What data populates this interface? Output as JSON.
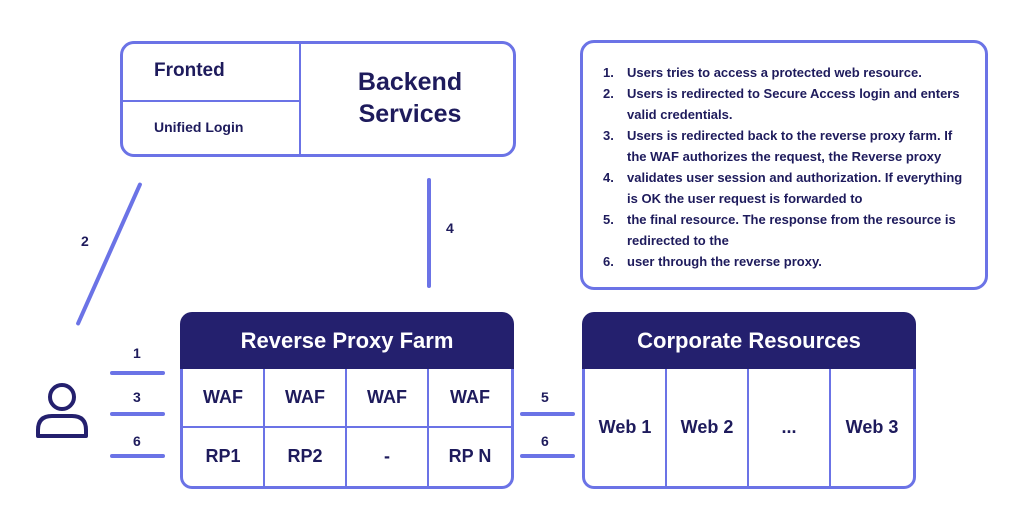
{
  "frontend_box": {
    "frontend_label": "Fronted",
    "login_label": "Unified Login",
    "backend_label": "Backend Services"
  },
  "connectors": {
    "label_2": "2",
    "label_4": "4",
    "label_1": "1",
    "label_3": "3",
    "label_6_left": "6",
    "label_5": "5",
    "label_6_right": "6"
  },
  "info_steps": [
    {
      "num": "1.",
      "text": "Users tries to access a protected web resource."
    },
    {
      "num": "2.",
      "text": "Users is redirected to Secure Access login and enters valid credentials."
    },
    {
      "num": "3.",
      "text": "Users is redirected back to the reverse proxy farm. If the WAF authorizes the request, the Reverse proxy"
    },
    {
      "num": "4.",
      "text": "validates user session and authorization. If everything is OK the user request is forwarded to"
    },
    {
      "num": "5.",
      "text": "the final resource. The response from the resource is redirected to the"
    },
    {
      "num": "6.",
      "text": "user through the reverse proxy."
    }
  ],
  "proxy_farm": {
    "title": "Reverse Proxy Farm",
    "row1": [
      "WAF",
      "WAF",
      "WAF",
      "WAF"
    ],
    "row2": [
      "RP1",
      "RP2",
      "-",
      "RP N"
    ]
  },
  "corporate": {
    "title": "Corporate Resources",
    "cells": [
      "Web 1",
      "Web 2",
      "...",
      "Web 3"
    ]
  },
  "colors": {
    "accent": "#6b73e6",
    "header": "#24206e",
    "text": "#1e1b5c"
  },
  "icons": {
    "user": "user-icon"
  }
}
